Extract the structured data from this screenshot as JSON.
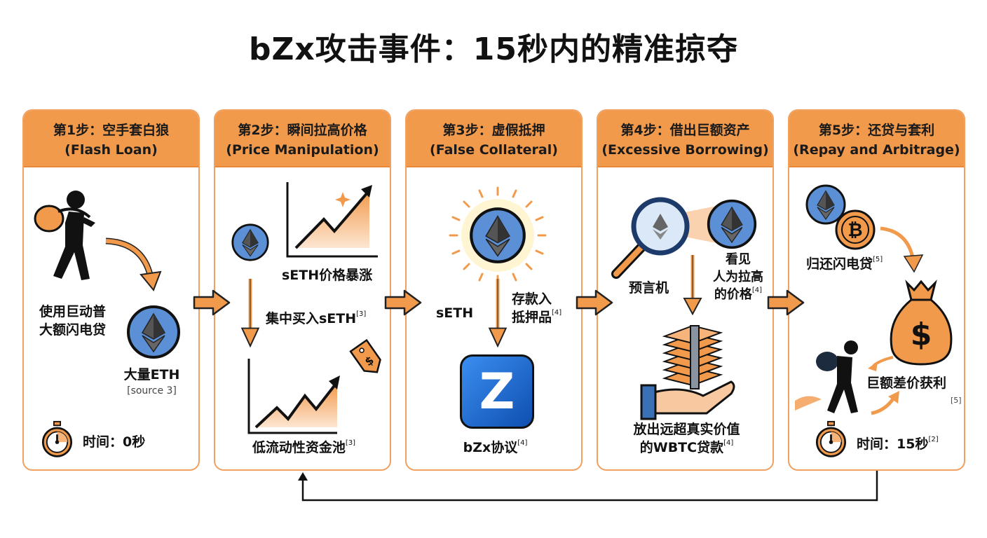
{
  "title": "bZx攻击事件：15秒内的精准掠夺",
  "colors": {
    "accent": "#f29a4c",
    "border": "#f0a060",
    "eth_blue": "#5b8fd6",
    "dark": "#111111"
  },
  "steps": [
    {
      "title": "第1步：空手套白狼",
      "subtitle": "(Flash Loan)",
      "text_loan": [
        "使用巨动普",
        "大额闪电贷"
      ],
      "eth_label": "大量ETH",
      "source": "[source 3]",
      "time": "时间：0秒",
      "icons": [
        "thief-icon",
        "eth-coin-icon",
        "stopwatch-icon"
      ]
    },
    {
      "title": "第2步：瞬间拉高价格",
      "subtitle": "(Price Manipulation)",
      "price_up": "sETH价格暴涨",
      "buy": "集中买入sETH",
      "buy_ref": "[3]",
      "pool": "低流动性资金池",
      "pool_ref": "[3]",
      "icons": [
        "eth-coin-icon",
        "rising-chart-icon",
        "price-tag-icon"
      ]
    },
    {
      "title": "第3步：虚假抵押",
      "subtitle": "(False Collateral)",
      "token": "sETH",
      "deposit": [
        "存款入",
        "抵押品"
      ],
      "deposit_ref": "[4]",
      "protocol": "bZx协议",
      "protocol_ref": "[4]",
      "logo_letter": "Z",
      "icons": [
        "glowing-eth-coin-icon",
        "bzx-logo-icon"
      ]
    },
    {
      "title": "第4步：借出巨额资产",
      "subtitle": "(Excessive Borrowing)",
      "oracle": "预言机",
      "sees": [
        "看见",
        "人为拉高",
        "的价格"
      ],
      "sees_ref": "[4]",
      "loan": [
        "放出远超真实价值",
        "的WBTC贷款"
      ],
      "loan_ref": "[4]",
      "icons": [
        "magnifier-icon",
        "eth-coin-icon",
        "money-stack-icon",
        "hand-icon"
      ]
    },
    {
      "title": "第5步：还贷与套利",
      "subtitle": "(Repay and Arbitrage)",
      "repay": "归还闪电贷",
      "repay_ref": "[5]",
      "profit": "巨额差价获利",
      "profit_ref": "[5]",
      "time": "时间：15秒",
      "time_ref": "[2]",
      "icons": [
        "eth-coin-icon",
        "bitcoin-coin-icon",
        "money-bag-icon",
        "runner-icon",
        "stopwatch-icon"
      ]
    }
  ]
}
